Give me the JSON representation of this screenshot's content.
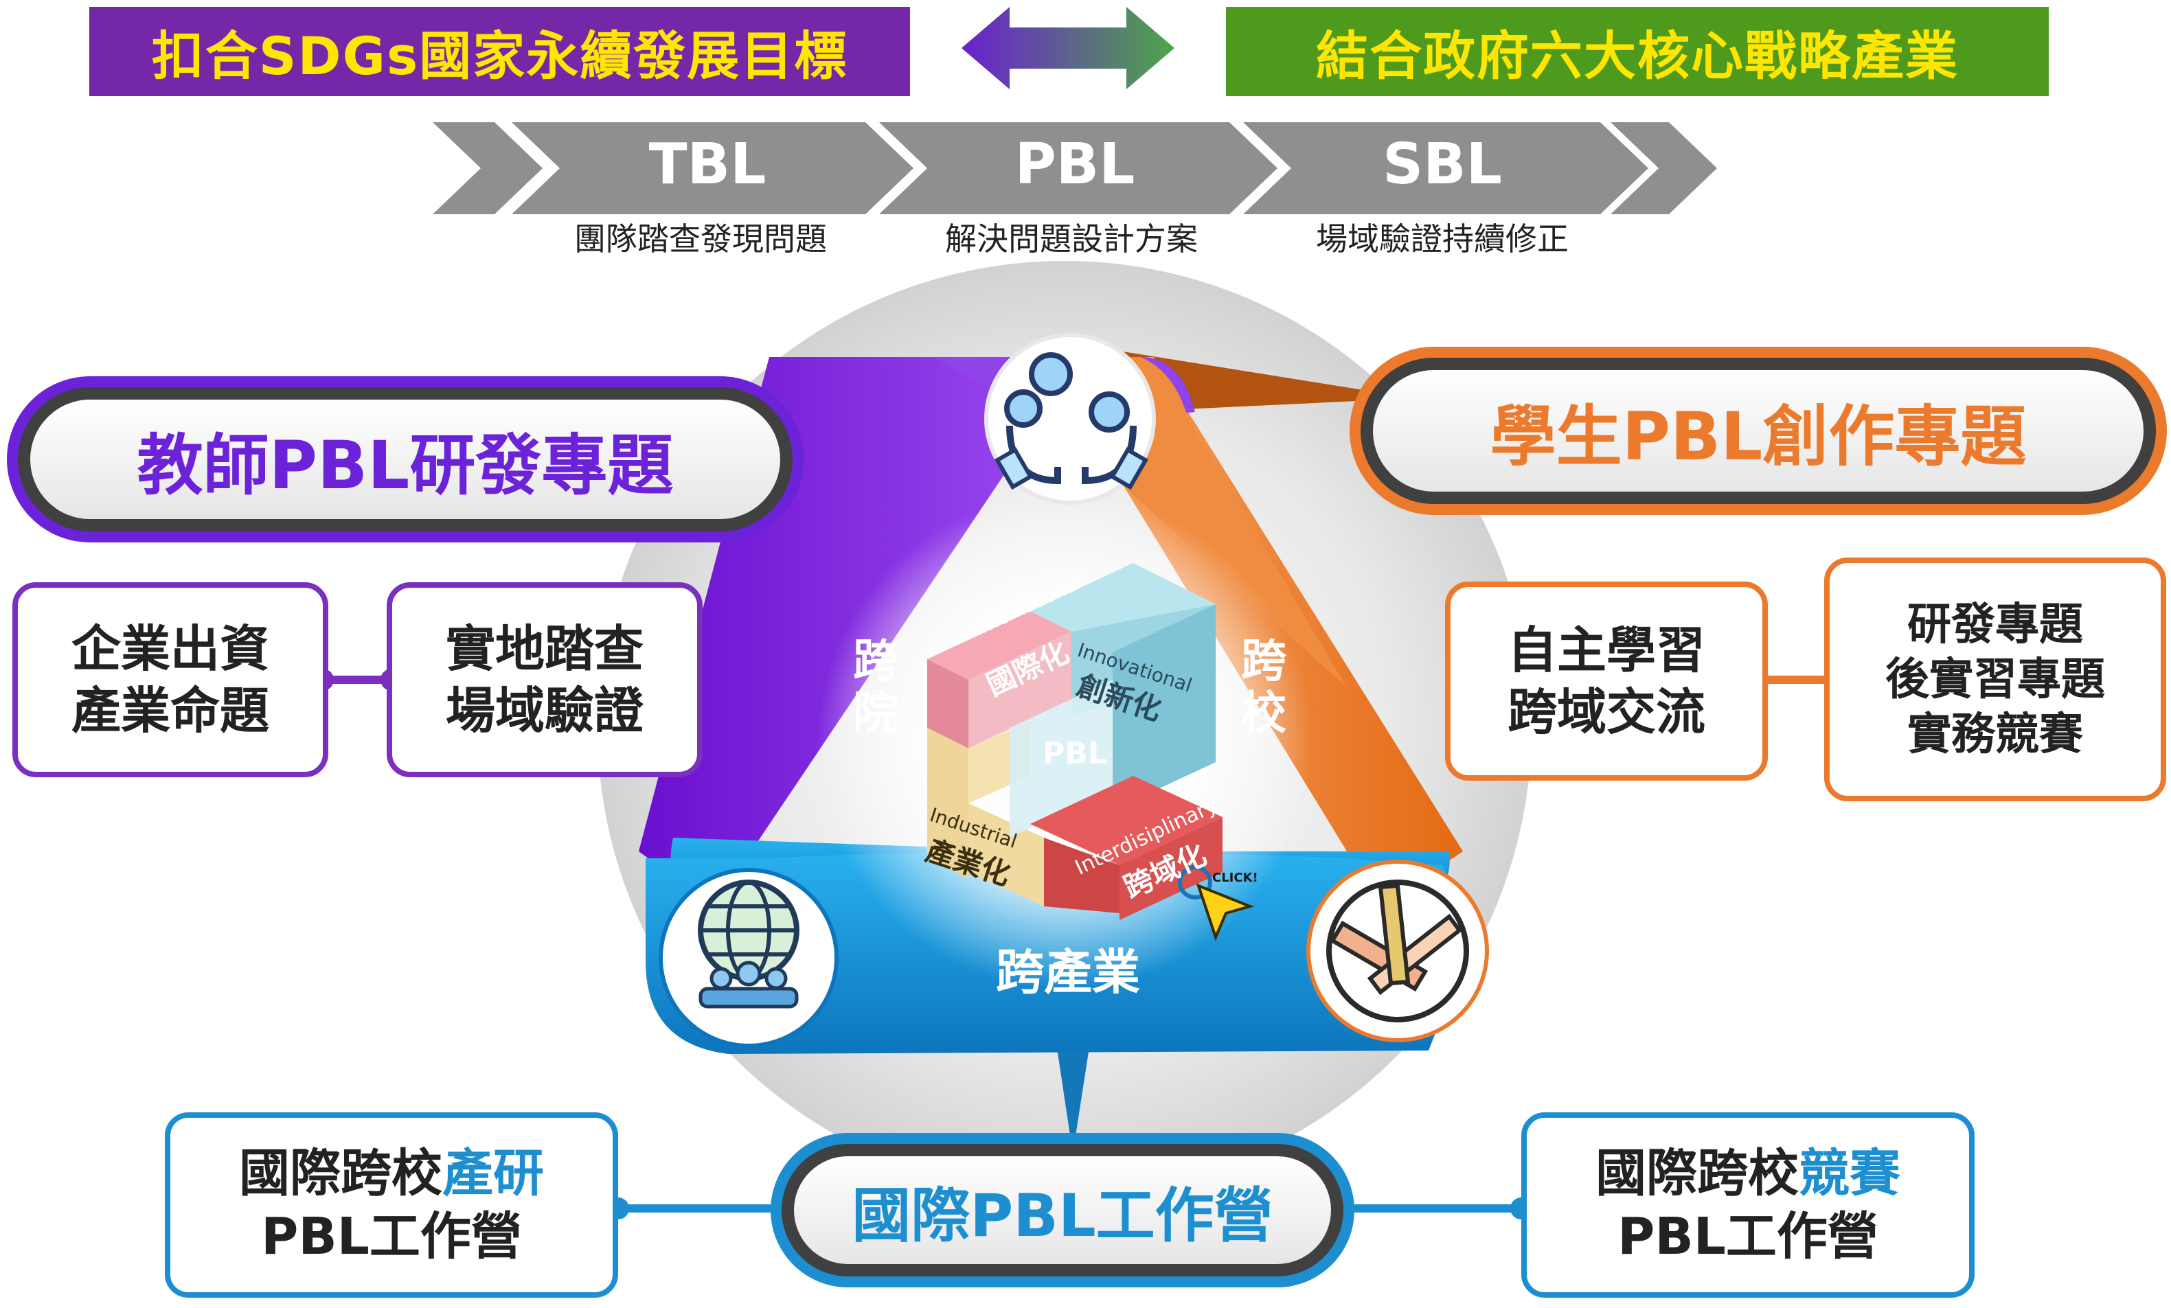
{
  "top_banners": {
    "left": "扣合SDGs國家永續發展目標",
    "right": "結合政府六大核心戰略產業"
  },
  "stages": [
    {
      "label": "TBL",
      "desc": "團隊踏查發現問題"
    },
    {
      "label": "PBL",
      "desc": "解決問題設計方案"
    },
    {
      "label": "SBL",
      "desc": "場域驗證持續修正"
    }
  ],
  "teacher": {
    "title": "教師PBL研發專題",
    "box_left": [
      "企業出資",
      "產業命題"
    ],
    "box_right": [
      "實地踏查",
      "場域驗證"
    ]
  },
  "student": {
    "title": "學生PBL創作專題",
    "box_left": [
      "自主學習",
      "跨域交流"
    ],
    "box_right": [
      "研發專題",
      "後實習專題",
      "實務競賽"
    ]
  },
  "triangle": {
    "left_side": [
      "跨",
      "院"
    ],
    "right_side": [
      "跨",
      "校"
    ],
    "bottom_side": "跨產業"
  },
  "cube": {
    "center": "PBL",
    "blocks": [
      {
        "en": "International",
        "zh": "國際化"
      },
      {
        "en": "Innovational",
        "zh": "創新化"
      },
      {
        "en": "Industrial",
        "zh": "產業化"
      },
      {
        "en": "Interdisiplinary",
        "zh": "跨域化"
      }
    ],
    "cursor_text": "CLICK!"
  },
  "workshop": {
    "title": "國際PBL工作營",
    "left_box": {
      "prefix": "國際跨校",
      "highlight": "產研",
      "line2": "PBL工作營"
    },
    "right_box": {
      "prefix": "國際跨校",
      "highlight": "競賽",
      "line2": "PBL工作營"
    }
  },
  "icons": {
    "top": "gears-hands-icon",
    "left": "globe-people-icon",
    "right": "hands-together-icon"
  },
  "colors": {
    "purple": "#6a1fd0",
    "orange": "#ec7a2c",
    "blue": "#1d8fd0",
    "green": "#4e9a1c",
    "gray": "#8c8c8c",
    "yellow": "#ffe600"
  }
}
